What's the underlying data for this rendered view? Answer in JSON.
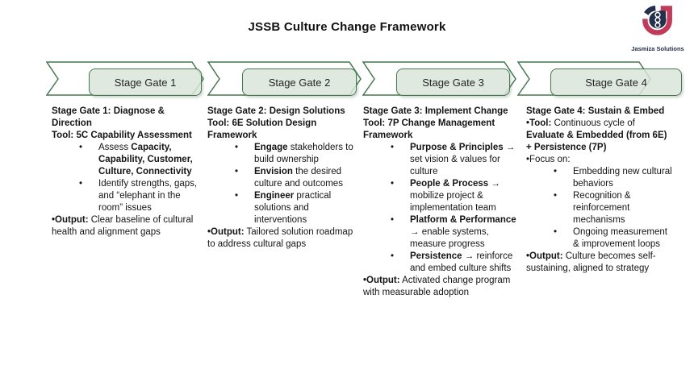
{
  "title": "JSSB Culture Change Framework",
  "logo": {
    "caption": "Jasmiza Solutions",
    "crimson": "#c23a5a",
    "navy": "#232f4b"
  },
  "theme": {
    "chevron_border": "#44794f",
    "box_fill": "#dae5da",
    "background": "#ffffff"
  },
  "gates": [
    "Stage Gate 1",
    "Stage Gate 2",
    "Stage Gate 3",
    "Stage Gate 4"
  ],
  "columns": [
    {
      "gate": "Stage Gate 1",
      "blocks": [
        [
          {
            "t": "Stage Gate 1: Diagnose & Direction",
            "b": true
          }
        ],
        [
          {
            "t": "Tool: 5C Capability Assessment",
            "b": true
          }
        ],
        [
          {
            "t": "Assess ",
            "b": false
          },
          {
            "t": "Capacity, Capability, Customer, Culture, Connectivity",
            "b": true
          }
        ],
        [
          {
            "t": "Identify strengths, gaps, and “elephant in the room” issues",
            "b": false
          }
        ],
        [
          {
            "t": "•Output:",
            "b": true
          },
          {
            "t": " Clear baseline of cultural health and alignment gaps",
            "b": false
          }
        ]
      ]
    },
    {
      "gate": "Stage Gate 2",
      "blocks": [
        [
          {
            "t": "Stage Gate 2: Design Solutions",
            "b": true
          }
        ],
        [
          {
            "t": "Tool: 6E Solution Design Framework",
            "b": true
          }
        ],
        [
          {
            "t": "Engage",
            "b": true
          },
          {
            "t": " stakeholders to build ownership",
            "b": false
          }
        ],
        [
          {
            "t": "Envision",
            "b": true
          },
          {
            "t": " the desired culture and outcomes",
            "b": false
          }
        ],
        [
          {
            "t": "Engineer",
            "b": true
          },
          {
            "t": " practical solutions and interventions",
            "b": false
          }
        ],
        [
          {
            "t": "•Output:",
            "b": true
          },
          {
            "t": " Tailored solution roadmap to address cultural gaps",
            "b": false
          }
        ]
      ]
    },
    {
      "gate": "Stage Gate 3",
      "blocks": [
        [
          {
            "t": "Stage Gate 3: Implement Change",
            "b": true
          }
        ],
        [
          {
            "t": "Tool: 7P Change Management Framework",
            "b": true
          }
        ],
        [
          {
            "t": "Purpose & Principles",
            "b": true
          },
          {
            "t": " → set vision & values for culture",
            "b": false
          }
        ],
        [
          {
            "t": "People & Process",
            "b": true
          },
          {
            "t": " → mobilize project & implementation team",
            "b": false
          }
        ],
        [
          {
            "t": "Platform & Performance",
            "b": true
          },
          {
            "t": " → enable systems, measure progress",
            "b": false
          }
        ],
        [
          {
            "t": "Persistence",
            "b": true
          },
          {
            "t": " → reinforce and embed culture shifts",
            "b": false
          }
        ],
        [
          {
            "t": "•Output:",
            "b": true
          },
          {
            "t": " Activated change program with measurable adoption",
            "b": false
          }
        ]
      ]
    },
    {
      "gate": "Stage Gate 4",
      "blocks": [
        [
          {
            "t": "Stage Gate 4: Sustain & Embed",
            "b": true
          }
        ],
        [
          {
            "t": "•Tool:",
            "b": true
          },
          {
            "t": " Continuous cycle of ",
            "b": false
          },
          {
            "t": "Evaluate & Embedded (from 6E) + Persistence (7P)",
            "b": true
          }
        ],
        [
          {
            "t": "•Focus on:",
            "b": false
          }
        ],
        [
          {
            "t": "Embedding new cultural behaviors",
            "b": false
          }
        ],
        [
          {
            "t": "Recognition & reinforcement mechanisms",
            "b": false
          }
        ],
        [
          {
            "t": "Ongoing measurement & improvement loops",
            "b": false
          }
        ],
        [
          {
            "t": "•Output:",
            "b": true
          },
          {
            "t": " Culture becomes self-sustaining, aligned to strategy",
            "b": false
          }
        ]
      ]
    }
  ]
}
